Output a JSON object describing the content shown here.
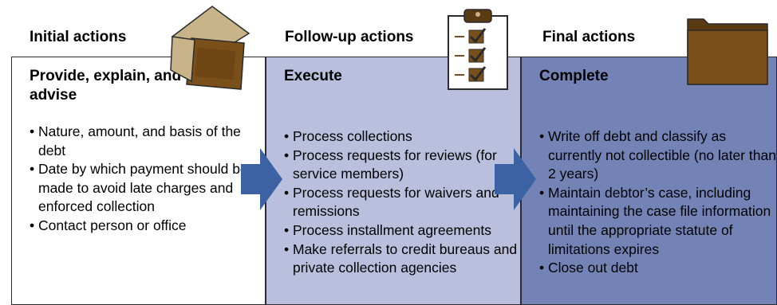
{
  "columns": [
    {
      "title": "Initial actions",
      "heading": "Provide, explain, and advise",
      "items": [
        "Nature, amount, and basis of the debt",
        "Date by which payment should be made to avoid late charges and enforced collection",
        "Contact person or office"
      ],
      "icon": "envelope-icon",
      "color": "#ffffff"
    },
    {
      "title": "Follow-up actions",
      "heading": "Execute",
      "items": [
        "Process collections",
        "Process requests for reviews (for service members)",
        "Process requests for waivers and remissions",
        "Process installment agreements",
        "Make referrals to credit bureaus and private collection agencies"
      ],
      "icon": "clipboard-checklist-icon",
      "color": "#b9bfdc"
    },
    {
      "title": "Final actions",
      "heading": "Complete",
      "items": [
        "Write off debt and classify as currently not collectible (no later than 2 years)",
        "Maintain debtor’s case, including maintaining the case file information until the appropriate statute of limitations expires",
        "Close out debt"
      ],
      "icon": "folder-icon",
      "color": "#7483b6"
    }
  ],
  "colors": {
    "arrow": "#3d62a4",
    "icon_brown": "#7a4f1a",
    "icon_tan": "#c9b48a"
  }
}
